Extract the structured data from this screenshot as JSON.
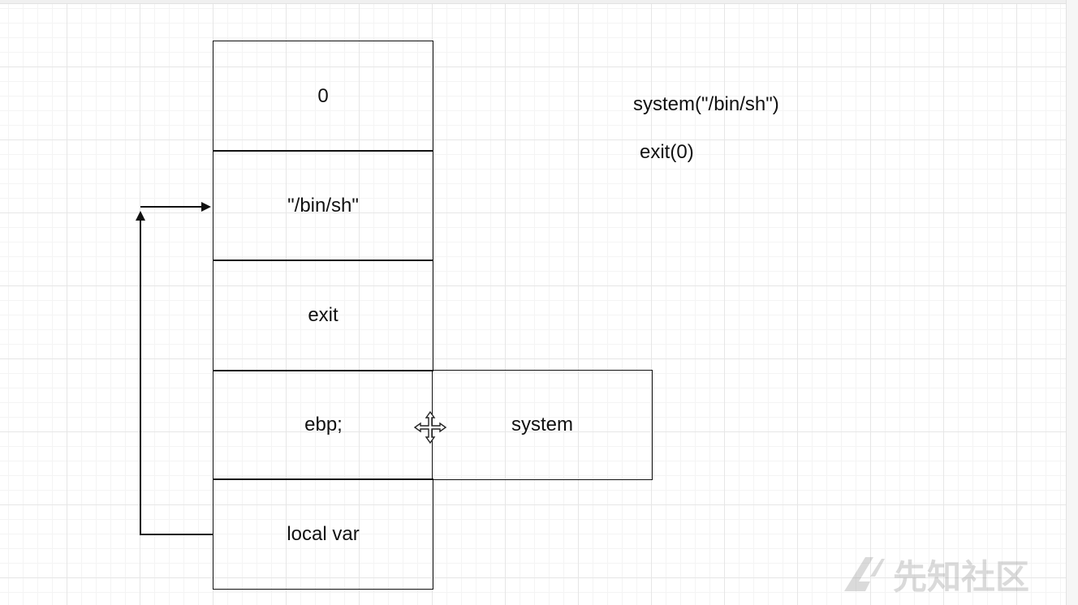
{
  "stack": {
    "cells": [
      "0",
      "\"/bin/sh\"",
      "exit",
      "ebp;",
      "local var"
    ],
    "side_cell": "system"
  },
  "notes": {
    "line1": "system(\"/bin/sh\")",
    "line2": "exit(0)"
  },
  "watermark": {
    "text": "先知社区"
  },
  "icons": {
    "cursor": "move-cursor-icon",
    "watermark_logo": "watermark-logo-icon"
  },
  "colors": {
    "stroke": "#111111",
    "grid": "#e6e6e6"
  }
}
